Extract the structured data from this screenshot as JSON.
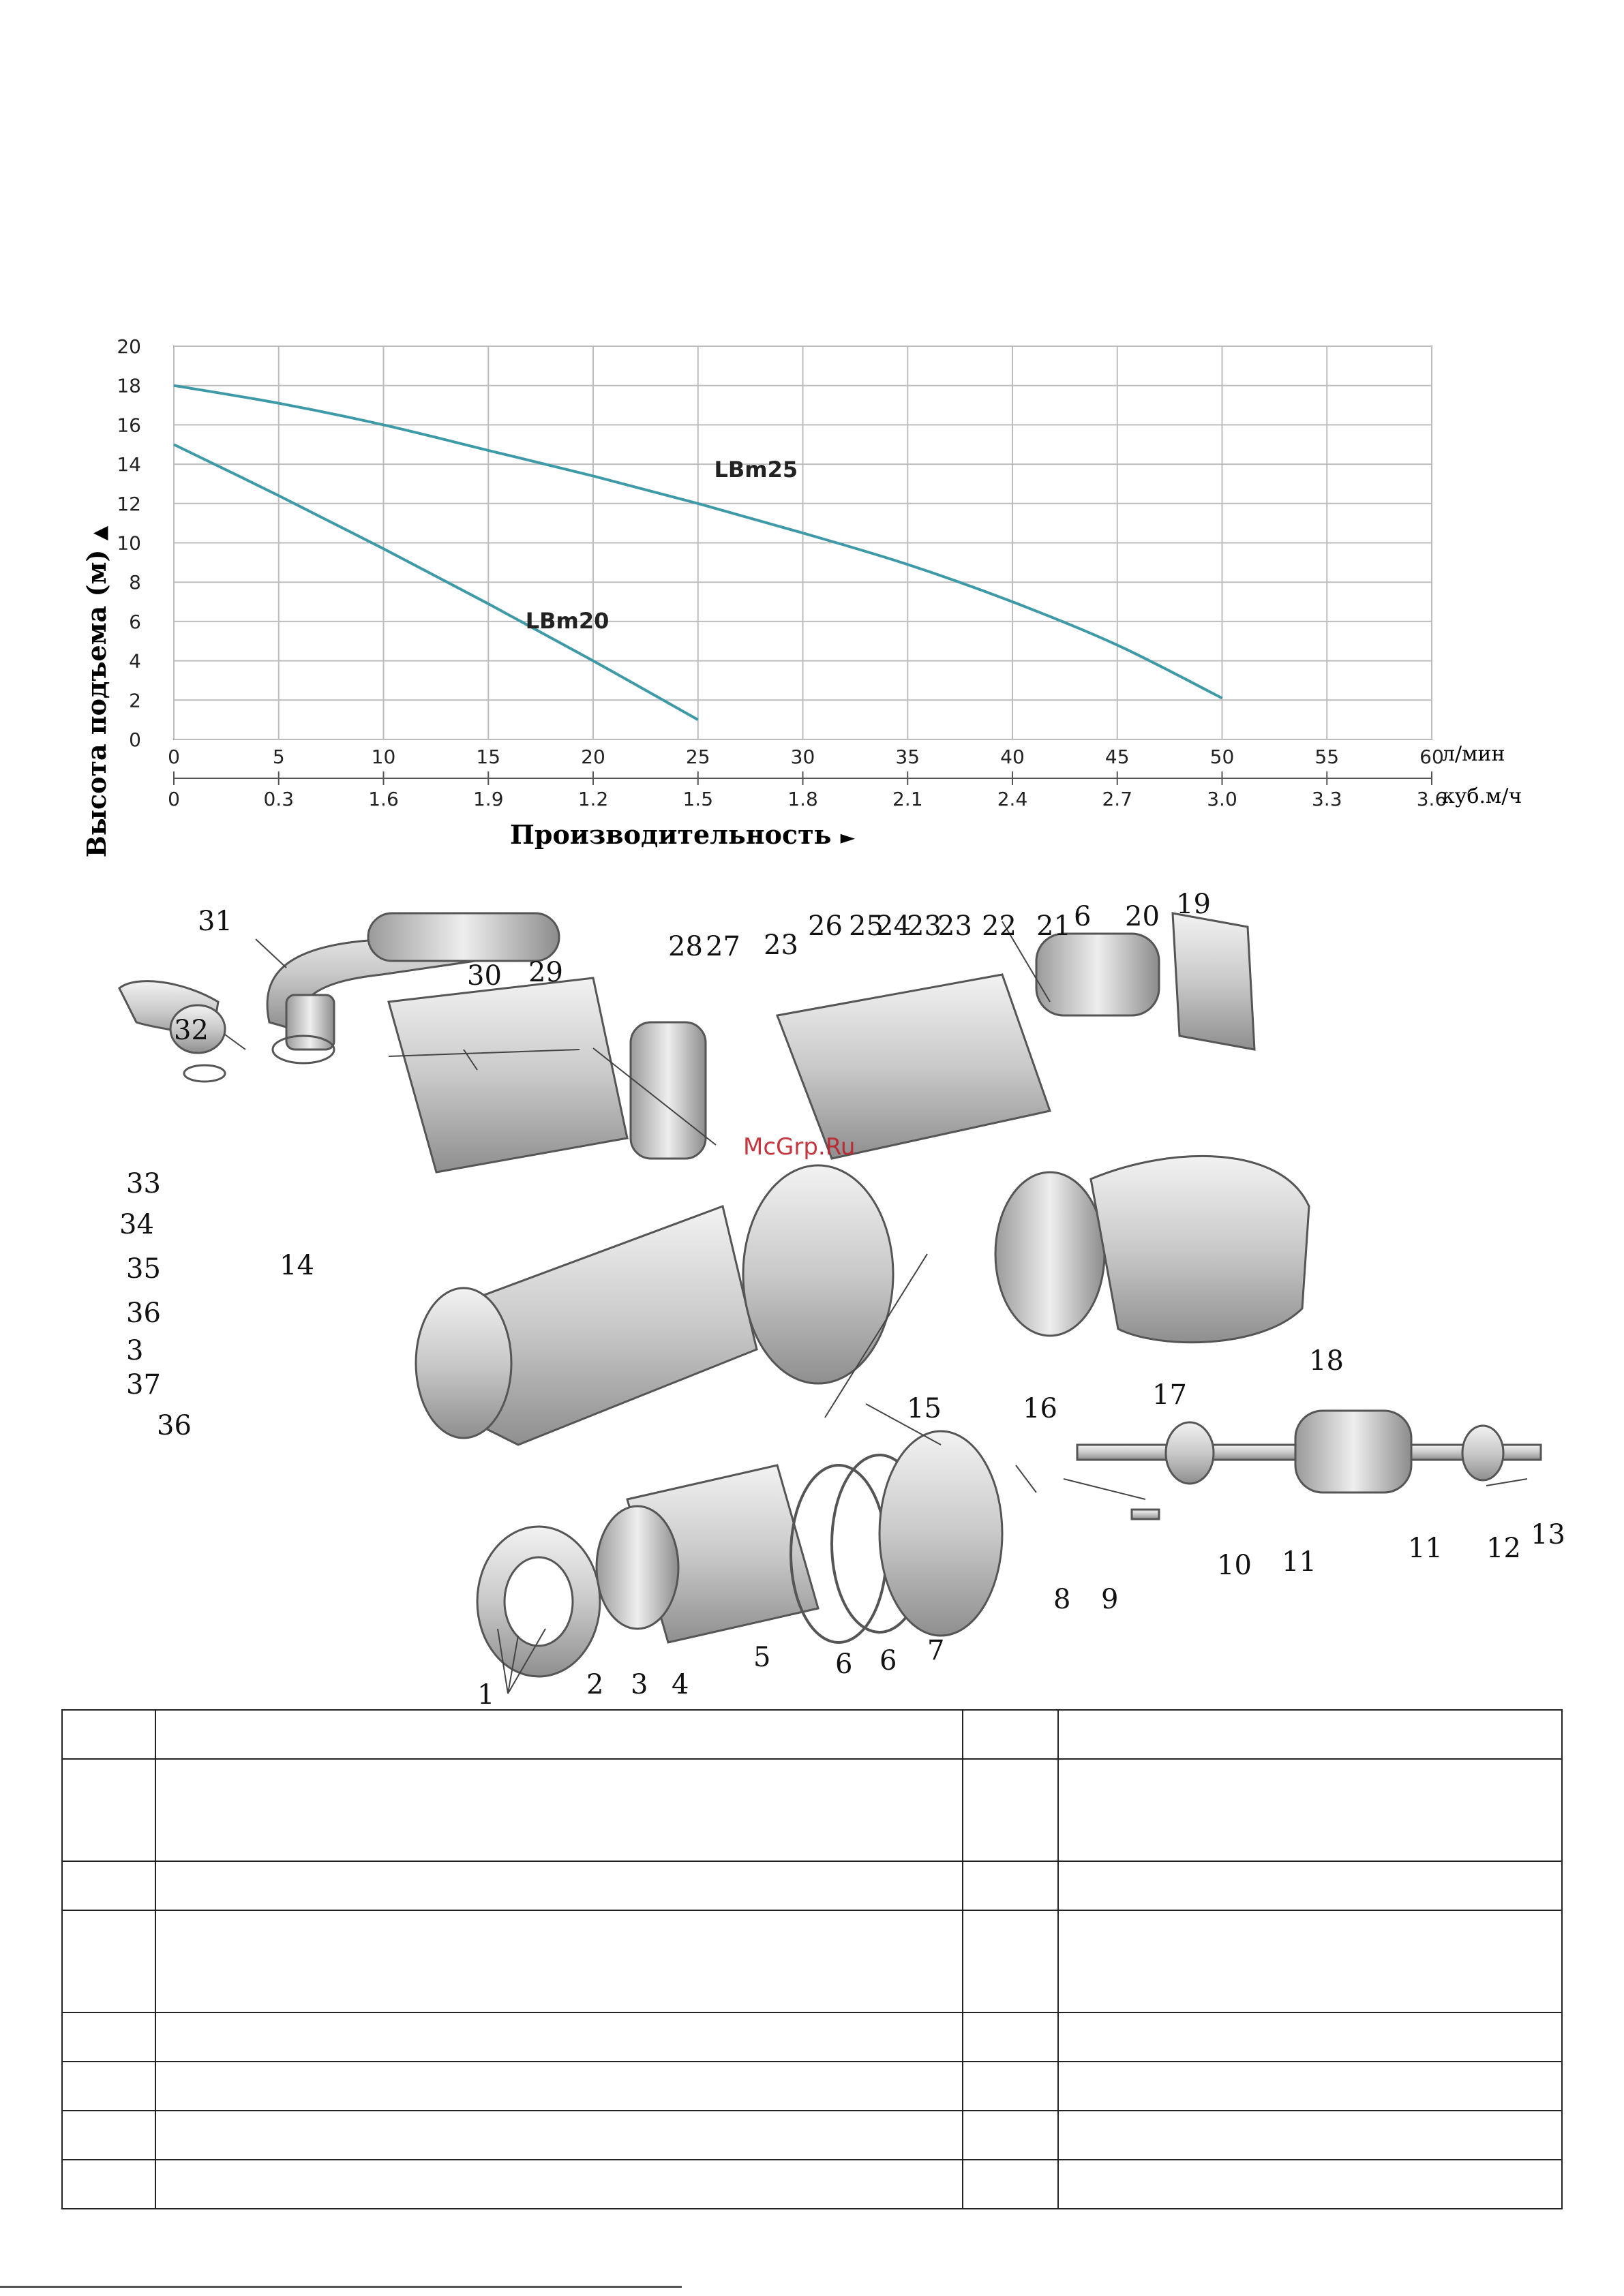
{
  "chart_data": {
    "type": "line",
    "ylabel": "Высота подъема (м)",
    "y_arrow": "▲",
    "xlabel": "Производительность",
    "x_arrow": "►",
    "ylim": [
      0,
      20
    ],
    "xlim": [
      0,
      60
    ],
    "y_ticks": [
      "0",
      "2",
      "4",
      "6",
      "8",
      "10",
      "12",
      "14",
      "16",
      "18",
      "20"
    ],
    "x_ticks_lpm": [
      "0",
      "5",
      "10",
      "15",
      "20",
      "25",
      "30",
      "35",
      "40",
      "45",
      "50",
      "55",
      "60"
    ],
    "x_ticks_m3h": [
      "0",
      "0.3",
      "1.6",
      "1.9",
      "1.2",
      "1.5",
      "1.8",
      "2.1",
      "2.4",
      "2.7",
      "3.0",
      "3.3",
      "3.6"
    ],
    "x_unit_lpm": "л/мин",
    "x_unit_m3h": "куб.м/ч",
    "grid": true,
    "line_color": "#3e9aa6",
    "series": [
      {
        "name": "LBm25",
        "x": [
          0,
          5,
          10,
          15,
          20,
          25,
          30,
          35,
          40,
          45,
          50
        ],
        "y": [
          18,
          17.1,
          16,
          14.7,
          13.4,
          12,
          10.5,
          8.9,
          7,
          4.8,
          2.1
        ]
      },
      {
        "name": "LBm20",
        "x": [
          0,
          5,
          10,
          15,
          20,
          25
        ],
        "y": [
          15,
          12.4,
          9.7,
          6.9,
          4,
          1
        ]
      }
    ]
  },
  "diagram": {
    "callouts": [
      "1",
      "2",
      "3",
      "4",
      "5",
      "6",
      "6",
      "7",
      "8",
      "9",
      "10",
      "11",
      "11",
      "12",
      "13",
      "14",
      "15",
      "16",
      "17",
      "18",
      "19",
      "20",
      "6",
      "21",
      "22",
      "23",
      "23",
      "24",
      "25",
      "26",
      "23",
      "27",
      "28",
      "29",
      "30",
      "31",
      "32",
      "33",
      "34",
      "35",
      "36",
      "3",
      "37",
      "36"
    ],
    "watermark": "McGrp.Ru"
  },
  "table": {
    "row_count": 8
  }
}
